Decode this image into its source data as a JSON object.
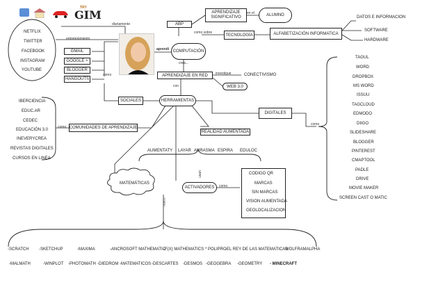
{
  "top_icons": [
    "home-icon",
    "house-icon",
    "red-car-icon"
  ],
  "logo_text": "GIM",
  "logo_small": "TRY",
  "link_labels": {
    "diariamente": "diariamente",
    "entretenimiento": "entretenimiento",
    "aprendi": "aprendí",
    "como_left": "como",
    "crea": "crea...",
    "con_herr": "con",
    "investigue": "investigue",
    "como_sobre": "como sobre",
    "en_el": "en el",
    "como_comu": "como",
    "como_right": "como",
    "usan": "usan",
    "como_act": "como",
    "como_mat": "como"
  },
  "entertainment": [
    "NETFLIX",
    "TWITTER",
    "FACEBOOK",
    "INSTAGRAM",
    "YOUTUBE"
  ],
  "google_tools": [
    "GMAIL",
    "GOOGLE +",
    "BLOGGER",
    "HANGOUTS"
  ],
  "nodes": {
    "abp": "ABP",
    "aprendizaje_sig": "APRENDIZAJE SIGNIFICATIVO",
    "alumno": "ALUMNO",
    "computacion": "COMPUTACIÓN",
    "tecnologia": "TECNOLOGÍA",
    "alfabetizacion": "ALFABETIZACIÓN INFORMATICA",
    "aprendizaje_red": "APRENDIZAJE EN RED",
    "conectivismo": "CONECTIVISMO",
    "web30": "WEB 3.0",
    "sociales": "SOCIALES",
    "herramientas": "HERRAMIENTAS",
    "digitales": "DIGITALES",
    "comunidades": "COMUNIDADES DE APRENDIZAJE",
    "realidad": "REALIDAD AUMENTADA",
    "matematicas": "MATEMÁTICAS",
    "activadores": "ACTIVADORES"
  },
  "alfabetizacion_items": [
    "DATOS E INFORMACION",
    "SOFTWARE",
    "HARDWARE"
  ],
  "communities": [
    "IBERCIENCIA",
    "EDUC.AR",
    "CEDEC",
    "EDUCACIÓN 3.0",
    "INEVERYCREA",
    "REVISTAS DIGITALES",
    "CURSOS EN LINEA"
  ],
  "digital_tools": [
    "TAGUL",
    "WORD",
    "DROPBOX",
    "MS WORD",
    "ISSUU",
    "TAGCLOUD",
    "EDMODO",
    "DIIGO",
    "SLIDESHARE",
    "BLOGGER",
    "PINTEREST",
    "CMAPTOOL",
    "PADLE",
    "DRIVE",
    "MOVIE MAKER",
    "SCREEN CAST O MATIC"
  ],
  "ar_apps": [
    "AUMENTATY",
    "LAYAR",
    "AURASMA",
    "ESPIRA",
    "EDULOC"
  ],
  "activators": [
    "CODIGO QR",
    "MARCAS",
    "SIN MARCAS",
    "VISION AUMENTADA",
    "GEOLOCALIZACION"
  ],
  "math_row1": [
    "-SCRATCH",
    "-SKETCHUP",
    "-MAXIMA",
    "-ANCROSOFT MATHEMATIC",
    "-F(X) MATHEMATICS",
    "* POLIPRO",
    "-EL REY DE LAS MATEMATICAS",
    "-WOLFRAMALPHA"
  ],
  "math_row2": [
    "-MALMATH",
    "-WINPLOT",
    "-PHOTOMATH",
    "-DIEDROM",
    "-MATEMATICOS",
    "-DESCARTES",
    "-DESMOS",
    "-GEOGEBRA",
    "-GEOMETRY",
    "- MINECRAFT"
  ]
}
